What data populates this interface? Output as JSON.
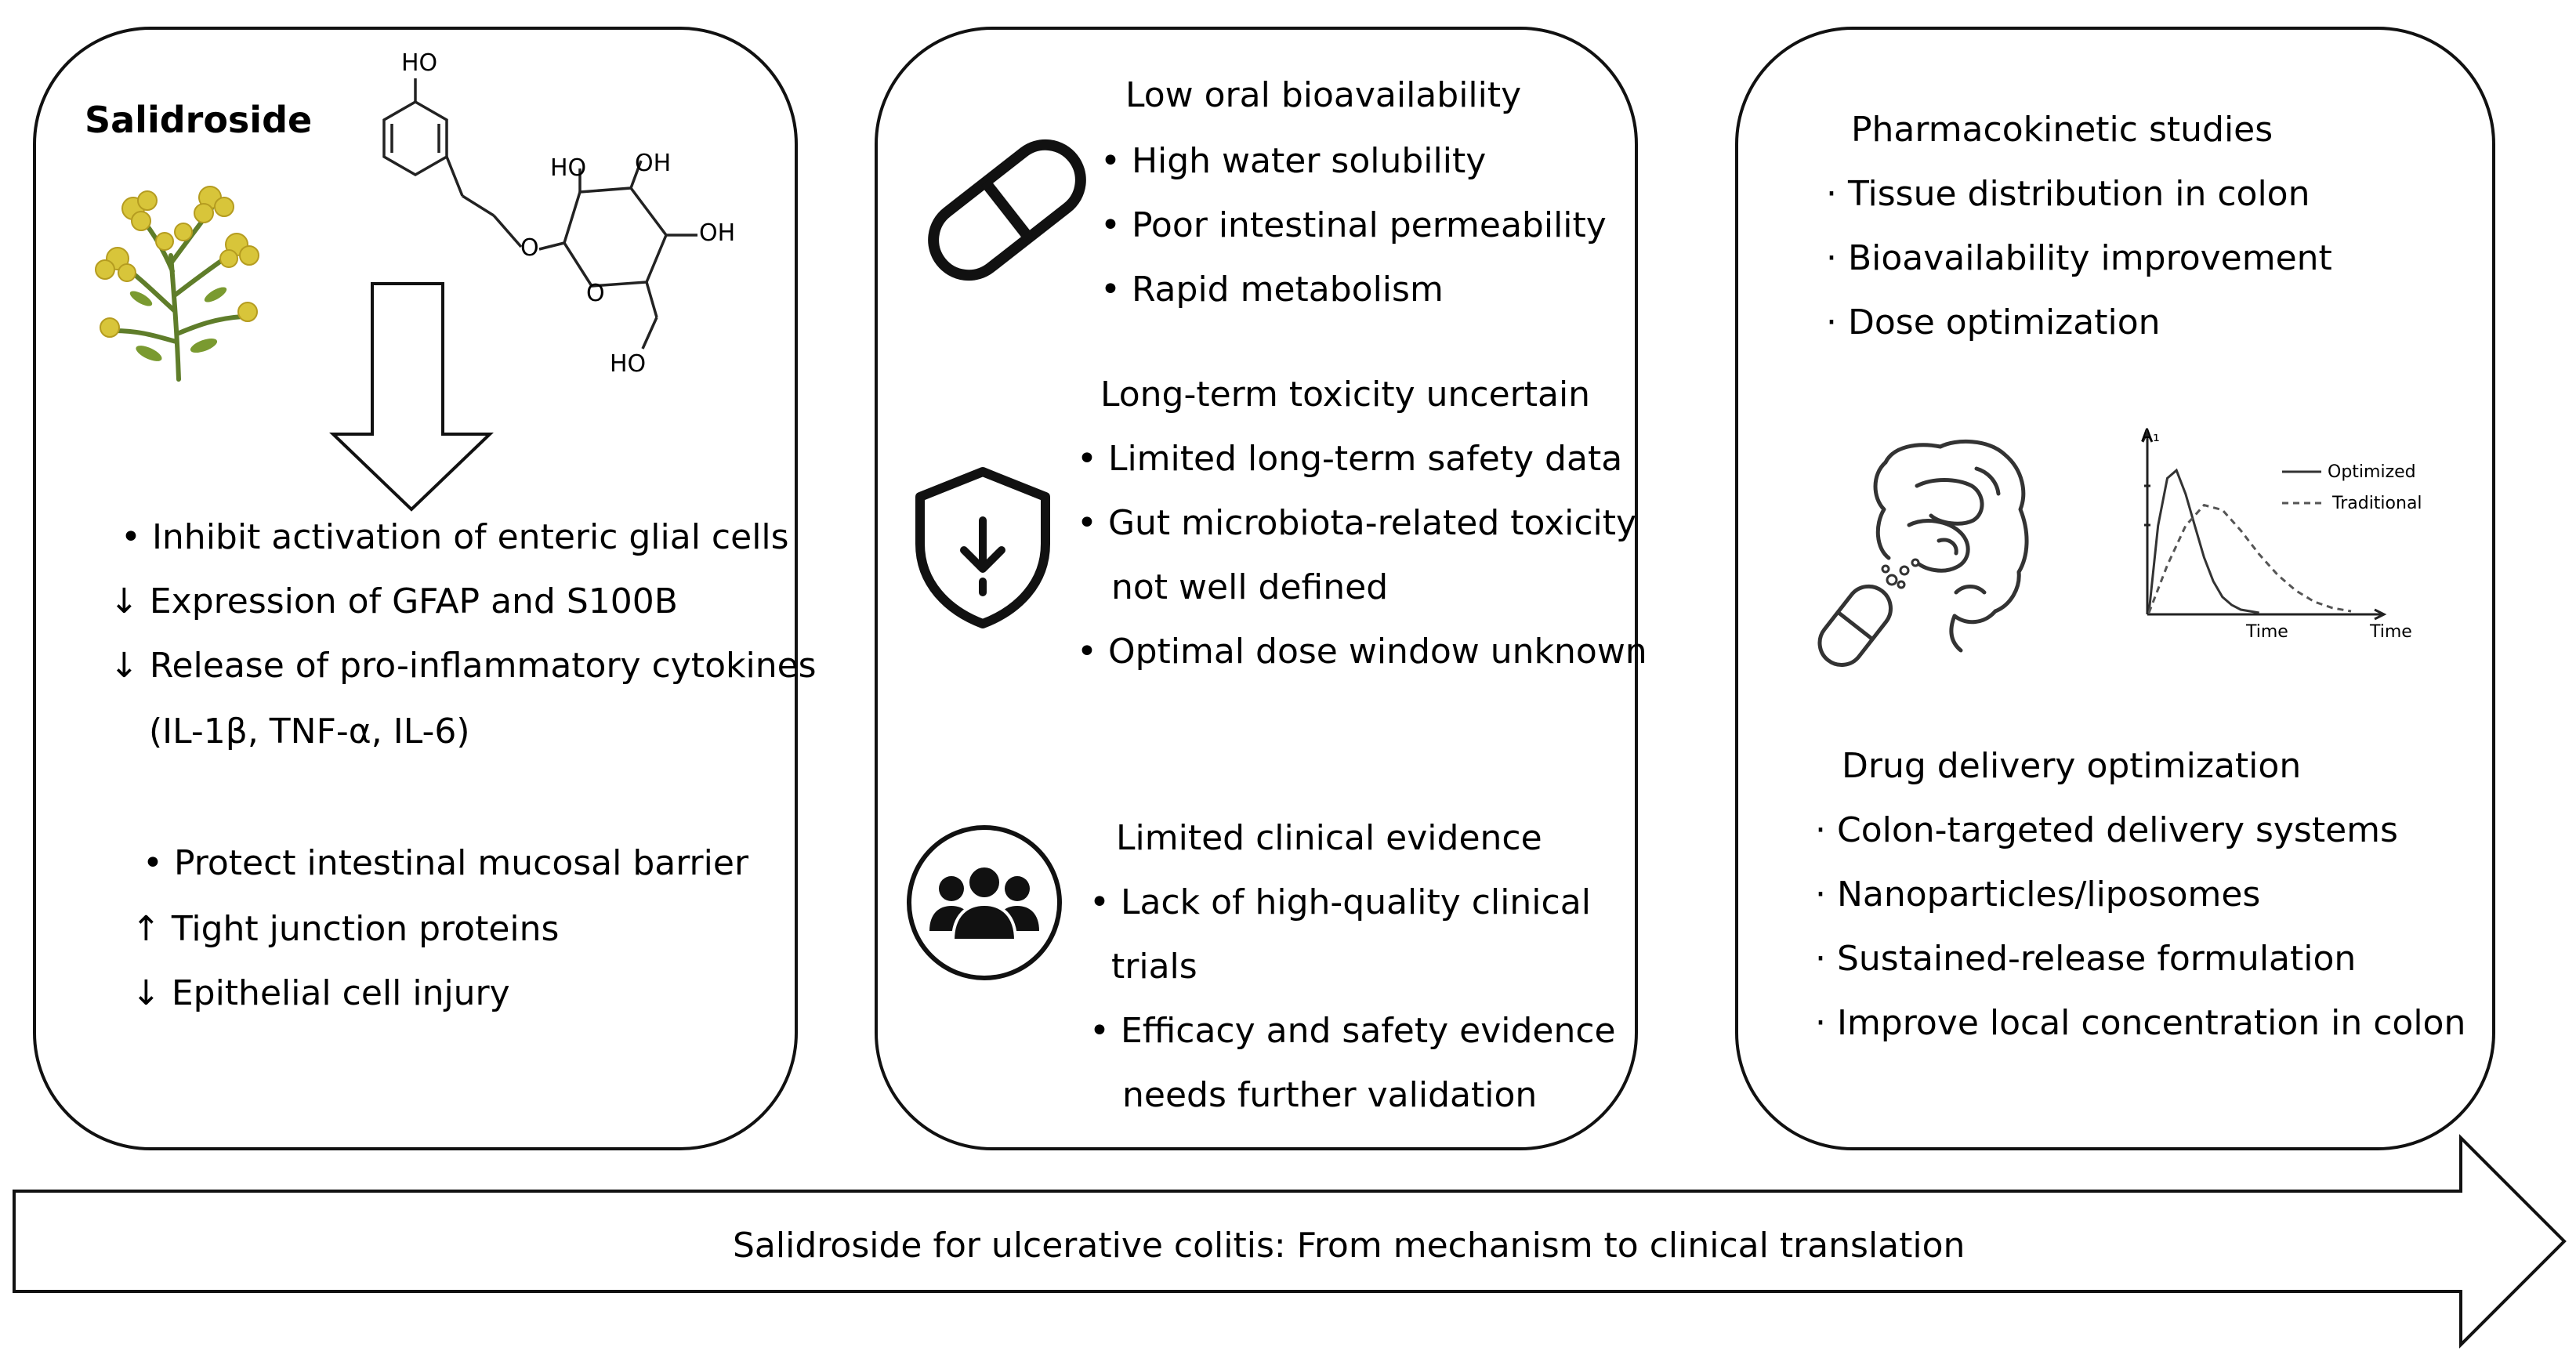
{
  "mechanism": {
    "title": "Salidroside",
    "molecule_labels": [
      "HO",
      "HO",
      "OH",
      "OH",
      "O",
      "O",
      "HO"
    ],
    "group1": {
      "head": "• Inhibit activation of enteric glial cells",
      "items": [
        "↓ Expression of GFAP and S100B",
        "↓ Release of pro-inflammatory cytokines",
        "(IL-1β, TNF-α, IL-6)"
      ]
    },
    "group2": {
      "head": "• Protect intestinal mucosal barrier",
      "items": [
        "↑ Tight junction proteins",
        "↓ Epithelial cell injury"
      ]
    }
  },
  "challenges": {
    "bioavailability": {
      "title": "Low oral bioavailability",
      "items": [
        "• High water solubility",
        "• Poor intestinal permeability",
        "• Rapid metabolism"
      ]
    },
    "toxicity": {
      "title": "Long-term toxicity uncertain",
      "items": [
        "• Limited long-term safety data",
        "• Gut microbiota-related toxicity",
        "not well defined",
        "• Optimal dose window unknown"
      ]
    },
    "clinical": {
      "title": "Limited clinical evidence",
      "items": [
        "• Lack of high-quality clinical",
        "trials",
        "• Efficacy and safety evidence",
        "needs further validation"
      ]
    }
  },
  "strategies": {
    "pk": {
      "title": "Pharmacokinetic studies",
      "items": [
        "· Tissue distribution in colon",
        "· Bioavailability improvement",
        "· Dose optimization"
      ]
    },
    "chart_data": {
      "type": "line",
      "ylabel": "A₁",
      "xlabel_left": "Time",
      "xlabel_right": "Time",
      "legend": [
        "Optimized",
        "Traditional"
      ],
      "legend_placement": "top-right",
      "series": [
        {
          "name": "Optimized",
          "style": "solid",
          "x": [
            0,
            0.5,
            1,
            1.5,
            2,
            2.5,
            3,
            3.5,
            4,
            4.5,
            5,
            5.5,
            6
          ],
          "y": [
            0,
            0.55,
            0.85,
            0.9,
            0.75,
            0.55,
            0.35,
            0.2,
            0.1,
            0.05,
            0.02,
            0.01,
            0
          ]
        },
        {
          "name": "Traditional",
          "style": "dashed",
          "x": [
            0,
            1,
            2,
            3,
            4,
            5,
            6,
            7,
            8,
            9,
            10,
            11
          ],
          "y": [
            0,
            0.3,
            0.55,
            0.68,
            0.65,
            0.52,
            0.37,
            0.24,
            0.14,
            0.07,
            0.03,
            0.01
          ]
        }
      ]
    },
    "delivery": {
      "title": "Drug delivery optimization",
      "items": [
        "· Colon-targeted delivery systems",
        "· Nanoparticles/liposomes",
        "· Sustained-release formulation",
        "· Improve local concentration in colon"
      ]
    }
  },
  "timeline": {
    "label": "Salidroside for ulcerative colitis: From mechanism to clinical translation"
  }
}
